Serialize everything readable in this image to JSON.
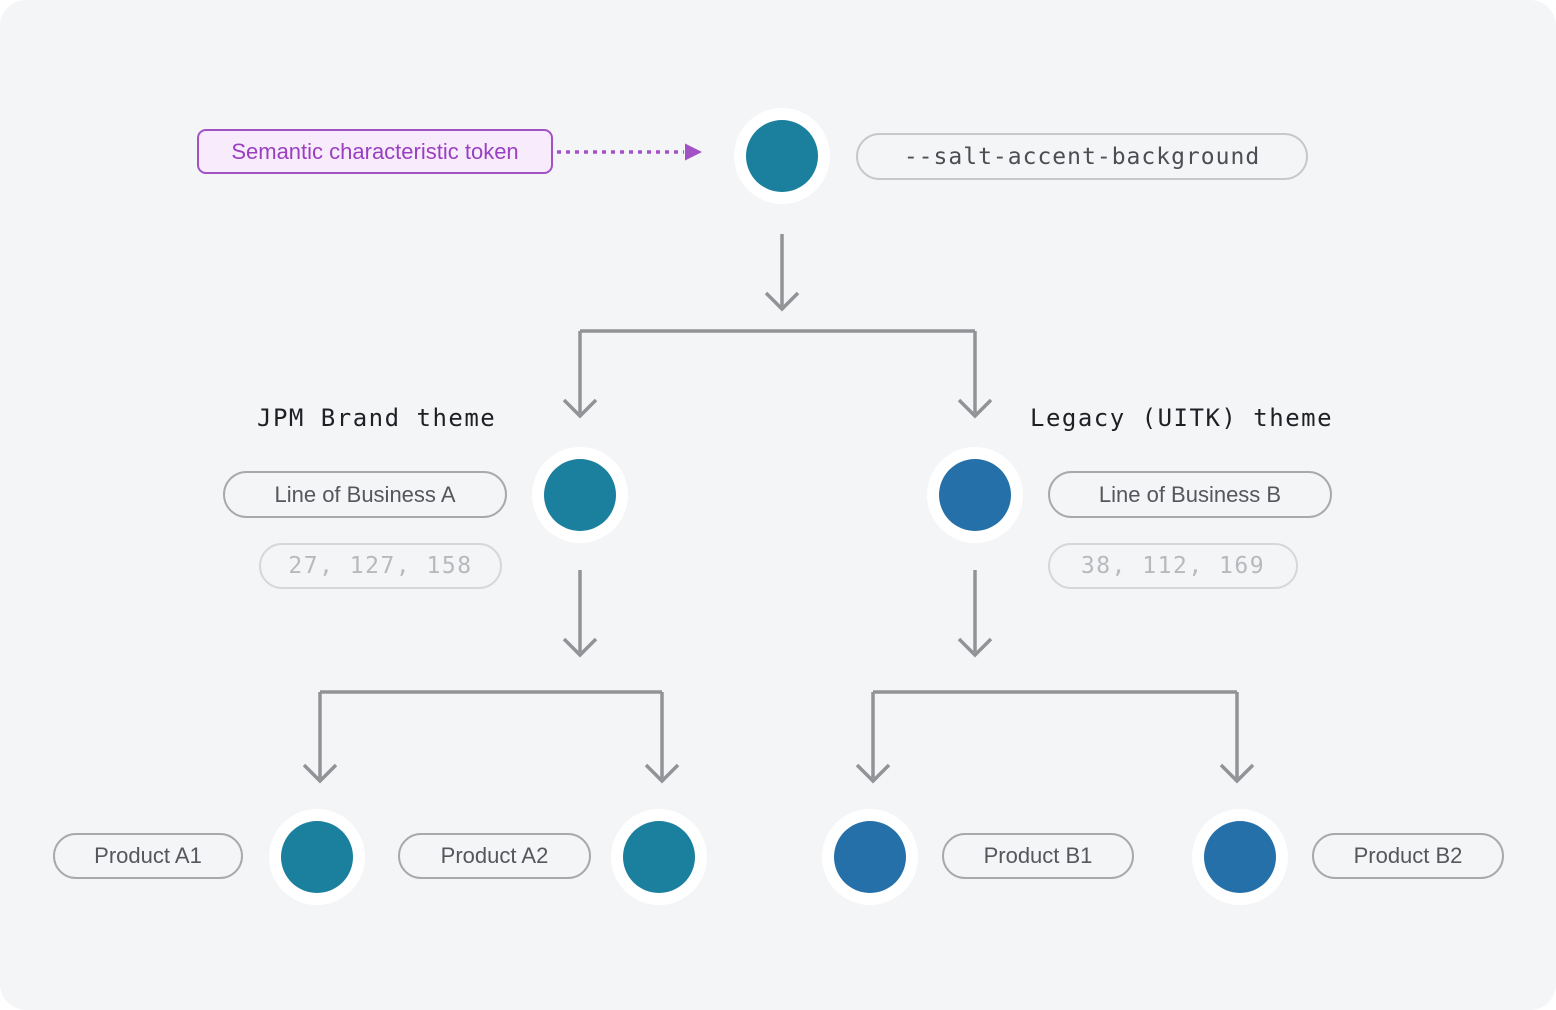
{
  "annotation": {
    "label": "Semantic characteristic token",
    "accent_color": "#a352c6",
    "text_color": "#9a3fc0",
    "background_color": "#f8ecfc"
  },
  "root": {
    "token": "--salt-accent-background",
    "color": "#1b7f9e"
  },
  "themes": [
    {
      "name": "JPM Brand theme",
      "lob_label": "Line of Business A",
      "rgb_label": "27, 127, 158",
      "color": "#1b7f9e",
      "products": [
        {
          "label": "Product A1"
        },
        {
          "label": "Product A2"
        }
      ]
    },
    {
      "name": "Legacy (UITK) theme",
      "lob_label": "Line of Business B",
      "rgb_label": "38, 112, 169",
      "color": "#2670a9",
      "products": [
        {
          "label": "Product B1"
        },
        {
          "label": "Product B2"
        }
      ]
    }
  ],
  "connector_color": "#919396",
  "canvas_background": "#f4f5f7"
}
